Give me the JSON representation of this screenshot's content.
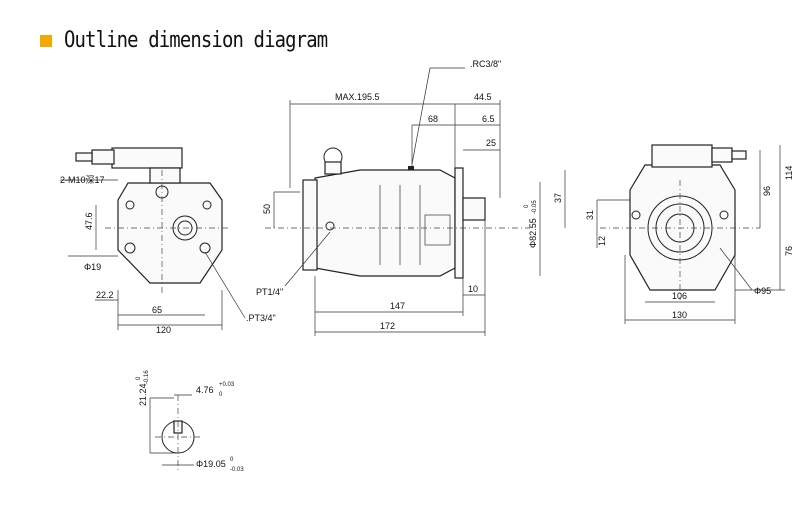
{
  "header": {
    "title": "Outline dimension diagram",
    "accent_color": "#f5a800"
  },
  "labels": {
    "bolts": "2-M10深17",
    "d47_6": "47.6",
    "phi19": "Φ19",
    "d22_2": "22.2",
    "d65": "65",
    "d120": "120",
    "pt3_4": ".PT3/4\"",
    "pt1_4": "PT1/4\"",
    "rc3_8": ".RC3/8\"",
    "max195_5": "MAX.195.5",
    "d44_5": "44.5",
    "d68": "68",
    "d6_5": "6.5",
    "d25": "25",
    "d50": "50",
    "d37": "37",
    "phi82_55": "Φ82.55",
    "phi82_55_tol_up": "0",
    "phi82_55_tol_dn": "-0.05",
    "d10": "10",
    "d147": "147",
    "d172": "172",
    "d31": "31",
    "d12": "12",
    "d96": "96",
    "d114": "114",
    "d76": "76",
    "d106": "106",
    "phi95": "Φ95",
    "d130": "130",
    "key_height": "21.24",
    "key_height_tol_up": "0",
    "key_height_tol_dn": "-0.16",
    "key_width": "4.76",
    "key_width_tol_up": "+0.03",
    "key_width_tol_dn": "0",
    "shaft_phi": "Φ19.05",
    "shaft_phi_tol_up": "0",
    "shaft_phi_tol_dn": "-0.03"
  }
}
